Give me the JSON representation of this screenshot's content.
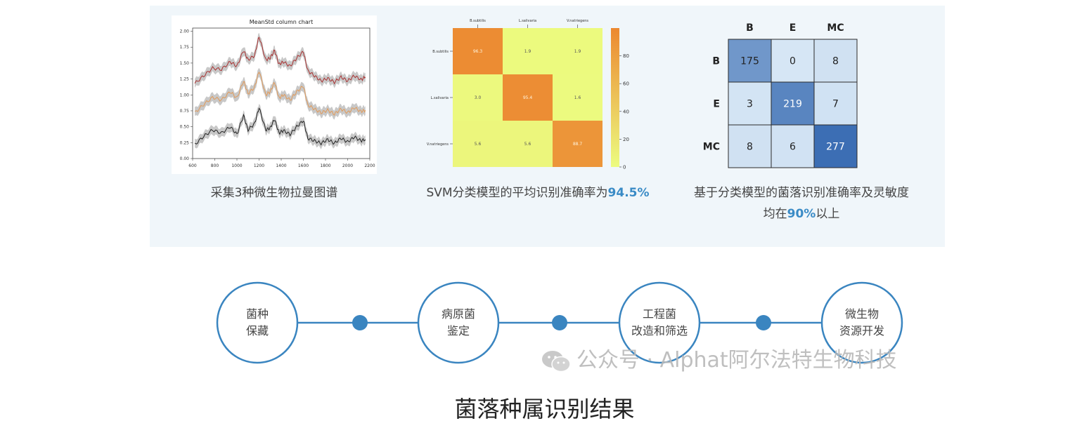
{
  "chart_data": [
    {
      "type": "line",
      "title": "MeanStd column chart",
      "xlim": [
        600,
        2200
      ],
      "ylim": [
        0.0,
        2.05
      ],
      "x_ticks": [
        600,
        800,
        1000,
        1200,
        1400,
        1600,
        1800,
        2000,
        2200
      ],
      "y_ticks": [
        "0.00",
        "0.25",
        "0.50",
        "0.75",
        "1.00",
        "1.25",
        "1.50",
        "1.75",
        "2.00"
      ],
      "series": [
        {
          "color": "#a83232",
          "x": [
            620,
            700,
            780,
            860,
            940,
            1000,
            1060,
            1100,
            1160,
            1200,
            1260,
            1300,
            1340,
            1380,
            1420,
            1480,
            1540,
            1600,
            1640,
            1700,
            1760,
            1820,
            1880,
            1940,
            2000,
            2060,
            2120,
            2160
          ],
          "y": [
            1.18,
            1.3,
            1.42,
            1.4,
            1.52,
            1.45,
            1.7,
            1.55,
            1.62,
            1.92,
            1.55,
            1.58,
            1.7,
            1.48,
            1.52,
            1.45,
            1.58,
            1.68,
            1.38,
            1.3,
            1.22,
            1.26,
            1.2,
            1.28,
            1.22,
            1.3,
            1.24,
            1.28
          ]
        },
        {
          "color": "#e09a5a",
          "x": [
            620,
            700,
            780,
            860,
            940,
            1000,
            1060,
            1100,
            1160,
            1200,
            1260,
            1300,
            1340,
            1380,
            1420,
            1480,
            1540,
            1600,
            1640,
            1700,
            1760,
            1820,
            1880,
            1940,
            2000,
            2060,
            2120,
            2160
          ],
          "y": [
            0.72,
            0.85,
            0.96,
            0.92,
            1.05,
            0.95,
            1.22,
            1.02,
            1.12,
            1.38,
            1.0,
            1.05,
            1.2,
            0.95,
            1.0,
            0.92,
            1.05,
            1.14,
            0.84,
            0.78,
            0.72,
            0.76,
            0.7,
            0.78,
            0.72,
            0.8,
            0.74,
            0.76
          ]
        },
        {
          "color": "#222222",
          "x": [
            620,
            700,
            780,
            860,
            940,
            1000,
            1060,
            1100,
            1160,
            1200,
            1260,
            1300,
            1340,
            1380,
            1420,
            1480,
            1540,
            1600,
            1640,
            1700,
            1760,
            1820,
            1880,
            1940,
            2000,
            2060,
            2120,
            2160
          ],
          "y": [
            0.22,
            0.35,
            0.45,
            0.4,
            0.5,
            0.38,
            0.68,
            0.45,
            0.55,
            0.8,
            0.45,
            0.48,
            0.62,
            0.4,
            0.44,
            0.38,
            0.5,
            0.6,
            0.32,
            0.28,
            0.24,
            0.3,
            0.24,
            0.32,
            0.26,
            0.34,
            0.28,
            0.3
          ]
        }
      ]
    },
    {
      "type": "heatmap",
      "x_labels": [
        "B.subtilis",
        "L.salivaria",
        "V.natriegens"
      ],
      "y_labels": [
        "B.subtilis",
        "L.salivaria",
        "V.natriegens"
      ],
      "values": [
        [
          96.3,
          1.9,
          1.9
        ],
        [
          3.0,
          95.4,
          1.6
        ],
        [
          5.6,
          5.6,
          88.7
        ]
      ],
      "cell_labels": [
        [
          "96.3",
          "1.9",
          "1.9"
        ],
        [
          "3.0",
          "95.4",
          "1.6"
        ],
        [
          "5.6",
          "5.6",
          "88.7"
        ]
      ],
      "colorbar_ticks": [
        "0",
        "20",
        "40",
        "60",
        "80"
      ],
      "colorbar_range": [
        0,
        100
      ]
    },
    {
      "type": "heatmap",
      "x_labels": [
        "B",
        "E",
        "MC"
      ],
      "y_labels": [
        "B",
        "E",
        "MC"
      ],
      "values": [
        [
          175,
          0,
          8
        ],
        [
          3,
          219,
          7
        ],
        [
          8,
          6,
          277
        ]
      ]
    }
  ],
  "captions": {
    "spectra": "采集3种微生物拉曼图谱",
    "svm_prefix": "SVM分类模型的平均识别准确率为",
    "svm_value": "94.5%",
    "colony_line1": "基于分类模型的菌落识别准确率及灵敏度",
    "colony_line2_prefix": "均在",
    "colony_line2_value": "90%",
    "colony_line2_suffix": "以上"
  },
  "flow": {
    "nodes": [
      {
        "line1": "菌种",
        "line2": "保藏"
      },
      {
        "line1": "病原菌",
        "line2": "鉴定"
      },
      {
        "line1": "工程菌",
        "line2": "改造和筛选"
      },
      {
        "line1": "微生物",
        "line2": "资源开发"
      }
    ],
    "accent": "#3a85c0"
  },
  "watermark": "公众号 · Alphat阿尔法特生物科技",
  "title": "菌落种属识别结果"
}
